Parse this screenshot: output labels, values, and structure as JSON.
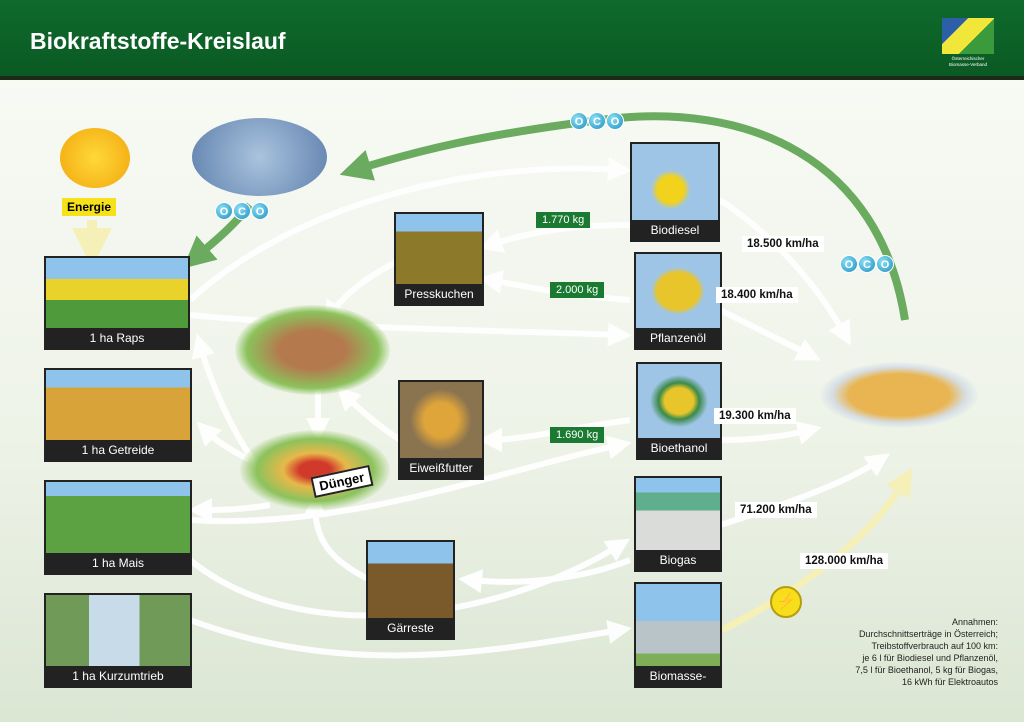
{
  "title": "Biokraftstoffe-Kreislauf",
  "logo_text": "Österreichischer Biomasse-Verband",
  "energy_label": "Energie",
  "fertilizer_label": "Dünger",
  "co2_atoms": [
    "O",
    "C",
    "O"
  ],
  "crops": [
    "1 ha Raps",
    "1 ha Getreide",
    "1 ha Mais",
    "1 ha Kurzumtrieb"
  ],
  "byproducts": [
    "Presskuchen",
    "Eiweißfutter",
    "Gärreste"
  ],
  "fuels": [
    "Biodiesel",
    "Pflanzenöl",
    "Bioethanol",
    "Biogas",
    "Biomasse-KWK"
  ],
  "feed_amounts": [
    "1.770 kg",
    "2.000 kg",
    "1.690 kg"
  ],
  "ranges": [
    "18.500 km/ha",
    "18.400 km/ha",
    "19.300 km/ha",
    "71.200 km/ha",
    "128.000 km/ha"
  ],
  "notes": [
    "Annahmen:",
    "Durchschnittserträge in Österreich;",
    "Treibstoffverbrauch auf 100 km:",
    "je 6 l für Biodiesel und Pflanzenöl,",
    "7,5 l für Bioethanol, 5 kg für Biogas,",
    "16 kWh für Elektroautos"
  ]
}
